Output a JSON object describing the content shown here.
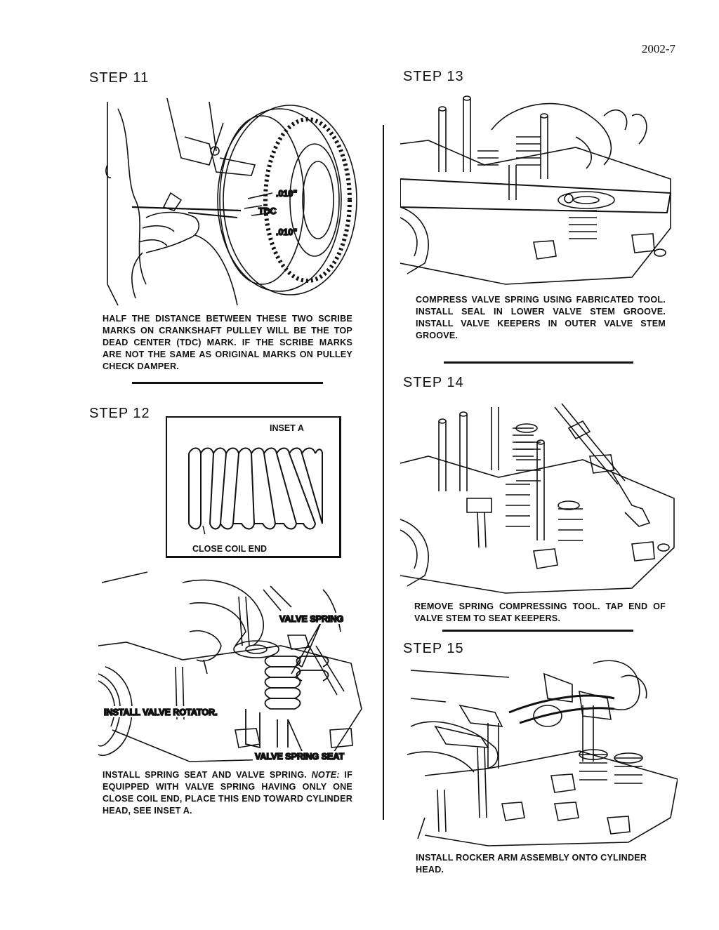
{
  "page_number": "2002-7",
  "step11": {
    "title": "STEP 11",
    "callout_010_top": ".010\"",
    "callout_tdc": "TDC",
    "callout_010_bottom": ".010\"",
    "caption": "HALF THE DISTANCE BETWEEN THESE TWO SCRIBE MARKS ON CRANKSHAFT PULLEY WILL BE THE TOP DEAD CENTER (TDC) MARK. IF THE SCRIBE MARKS ARE NOT THE SAME AS ORIGINAL MARKS ON PULLEY CHECK DAMPER."
  },
  "step12": {
    "title": "STEP 12",
    "inset_title": "INSET A",
    "inset_label": "CLOSE COIL END",
    "label_valve_spring": "VALVE SPRING",
    "label_valve_rotator": "INSTALL VALVE ROTATOR.",
    "label_spring_seat": "VALVE SPRING SEAT",
    "caption_lead": "INSTALL SPRING SEAT AND VALVE SPRING.",
    "caption_note_label": "NOTE:",
    "caption_note": "IF EQUIPPED WITH VALVE SPRING HAVING ONLY ONE CLOSE COIL END, PLACE THIS END TOWARD CYLINDER HEAD, SEE INSET A."
  },
  "step13": {
    "title": "STEP 13",
    "caption": "COMPRESS VALVE SPRING USING FABRICATED TOOL. INSTALL SEAL IN LOWER VALVE STEM GROOVE. INSTALL VALVE KEEPERS IN OUTER VALVE STEM GROOVE."
  },
  "step14": {
    "title": "STEP 14",
    "caption": "REMOVE SPRING COMPRESSING TOOL. TAP END OF VALVE STEM TO SEAT KEEPERS."
  },
  "step15": {
    "title": "STEP 15",
    "caption": "INSTALL ROCKER ARM ASSEMBLY ONTO CYLINDER HEAD."
  }
}
